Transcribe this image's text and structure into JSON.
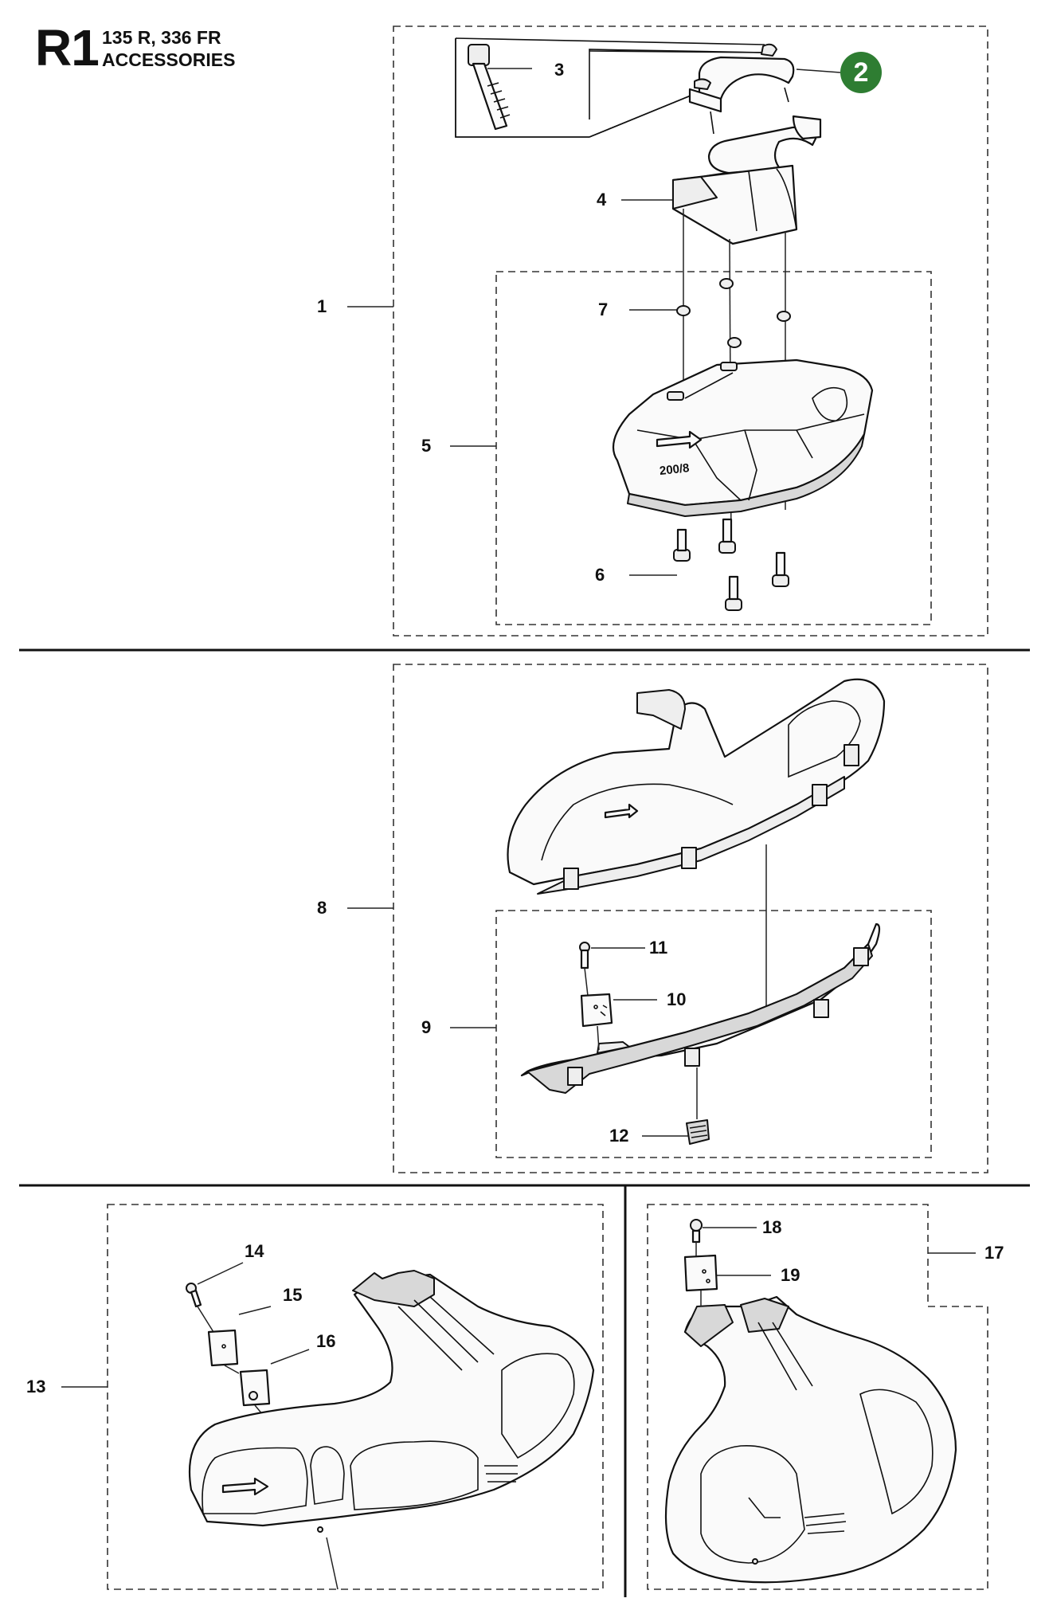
{
  "header": {
    "page_code": "R1",
    "models": "135 R, 336 FR",
    "section": "ACCESSORIES"
  },
  "badge": {
    "label": "2",
    "color": "#2e7d32"
  },
  "callouts": {
    "c1": "1",
    "c3": "3",
    "c4": "4",
    "c5": "5",
    "c6": "6",
    "c7": "7",
    "c8": "8",
    "c9": "9",
    "c10": "10",
    "c11": "11",
    "c12": "12",
    "c13": "13",
    "c14": "14",
    "c15": "15",
    "c16": "16",
    "c17": "17",
    "c18": "18",
    "c19": "19"
  },
  "guard_marking": "200/8"
}
